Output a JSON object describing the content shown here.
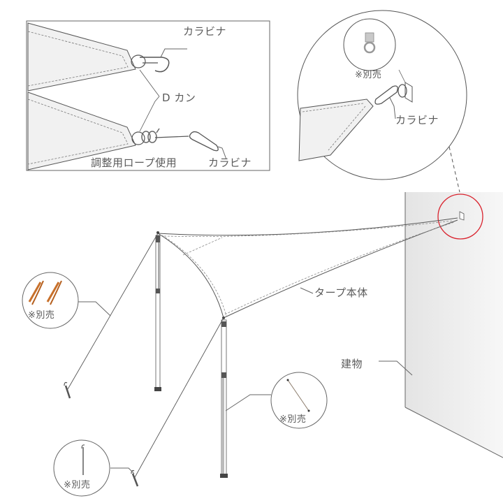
{
  "inset_top_left": {
    "label_carabiner_1": "カラビナ",
    "label_d_ring": "D カン",
    "label_adjust_rope": "調整用ロープ使用",
    "label_carabiner_2": "カラビナ"
  },
  "inset_top_right": {
    "label_sold_separately": "※別売",
    "label_carabiner": "カラビナ"
  },
  "main": {
    "label_tarp_body": "タープ本体",
    "label_building": "建物"
  },
  "callouts": {
    "rope_sold_separately": "※別売",
    "pole_sold_separately": "※別売",
    "peg_sold_separately": "※別売"
  },
  "colors": {
    "line": "#555555",
    "tarp_fill": "#f2f2f2",
    "building_fill": "#ececec",
    "highlight_circle": "#d9232e",
    "rope_orange": "#c8702a"
  }
}
